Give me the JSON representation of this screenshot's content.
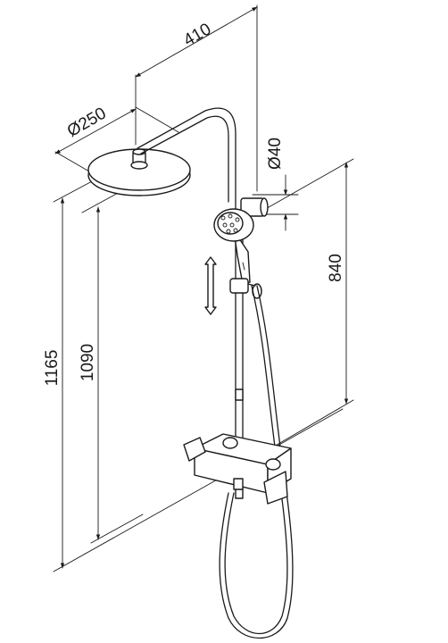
{
  "dimensions": {
    "overall_width": "410",
    "head_diameter": "Ø250",
    "pipe_diameter": "Ø40",
    "hand_shower_height": "840",
    "total_height": "1165",
    "head_height": "1090"
  },
  "colors": {
    "line": "#1a1a1a",
    "background": "#ffffff"
  }
}
